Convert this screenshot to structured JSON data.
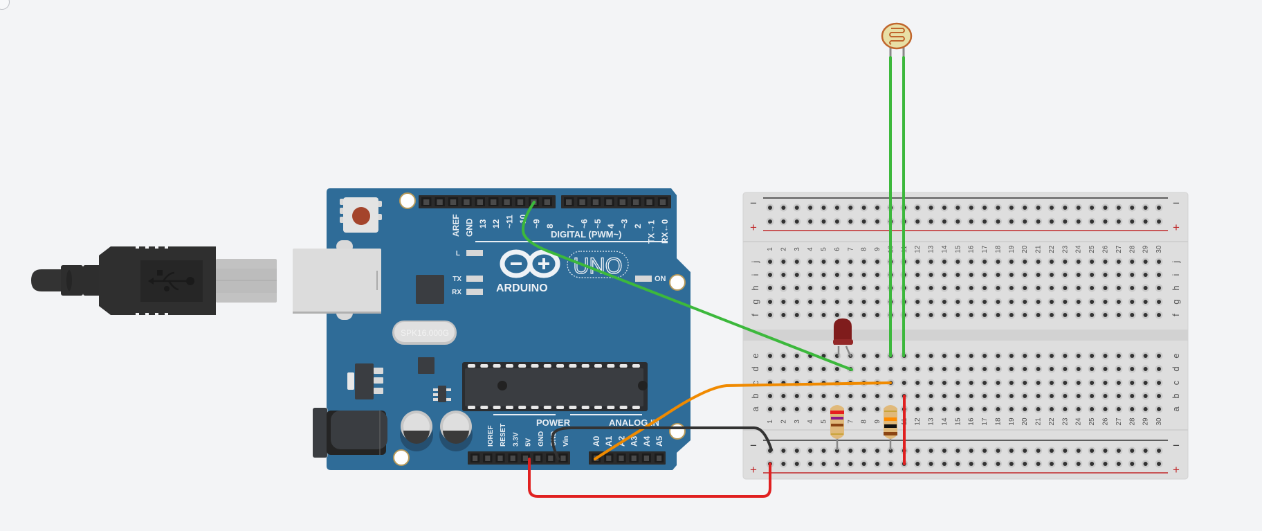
{
  "app": {
    "corner_button": "zoom-to-fit"
  },
  "arduino": {
    "logo_text": "ARDUINO",
    "model": "UNO",
    "digital_header_label": "DIGITAL (PWM~)",
    "digital_pins_left": [
      "AREF",
      "GND",
      "13",
      "12",
      "~11",
      "~10",
      "~9",
      "8"
    ],
    "digital_pins_right": [
      "7",
      "~6",
      "~5",
      "4",
      "~3",
      "2",
      "TX→1",
      "RX←0"
    ],
    "led_labels": {
      "l": "L",
      "tx": "TX",
      "rx": "RX",
      "on": "ON"
    },
    "crystal_text": "SPK16.000G",
    "power_header_label": "POWER",
    "analog_header_label": "ANALOG IN",
    "power_pins": [
      "IOREF",
      "RESET",
      "3.3V",
      "5V",
      "GND",
      "GND",
      "Vin"
    ],
    "analog_pins": [
      "A0",
      "A1",
      "A2",
      "A3",
      "A4",
      "A5"
    ]
  },
  "breadboard": {
    "columns": 30,
    "top_rows": [
      "j",
      "i",
      "h",
      "g",
      "f"
    ],
    "bottom_rows": [
      "e",
      "d",
      "c",
      "b",
      "a"
    ],
    "rail_minus": "−",
    "rail_plus": "+"
  },
  "components": {
    "photoresistor": {
      "name": "Photoresistor",
      "legs": [
        "10",
        "11"
      ]
    },
    "led": {
      "name": "LED",
      "color": "#7f1c1c",
      "anode_col": "7",
      "cathode_col": "6"
    },
    "resistor_1": {
      "name": "Resistor",
      "bands": [
        "#e61e1e",
        "#8a1a8a",
        "#8b4513",
        "#c9a43a"
      ],
      "column": "6"
    },
    "resistor_2": {
      "name": "Resistor",
      "bands": [
        "#c9a43a",
        "#ff8c00",
        "#111111",
        "#8b4513"
      ],
      "column": "10"
    }
  },
  "wires": [
    {
      "name": "wire-pin9-to-d7",
      "color": "#3cb83c",
      "from": "~9",
      "to": "d7"
    },
    {
      "name": "wire-a0-to-c10",
      "color": "#f08a00",
      "from": "A0",
      "to": "c10"
    },
    {
      "name": "wire-gnd-to-rail-minus",
      "color": "#333333",
      "from": "GND",
      "to": "rail-minus-1"
    },
    {
      "name": "wire-5v-to-rail-plus",
      "color": "#e02020",
      "from": "5V",
      "to": "rail-plus-1"
    },
    {
      "name": "wire-rail-plus-to-b11",
      "color": "#e02020",
      "from": "rail-plus-11",
      "to": "b11"
    },
    {
      "name": "wire-ldr-leg1",
      "color": "#3cb83c",
      "from": "ldr",
      "to": "e10"
    },
    {
      "name": "wire-ldr-leg2",
      "color": "#3cb83c",
      "from": "ldr",
      "to": "e11"
    }
  ],
  "colors": {
    "board": "#2f6c98",
    "header": "#2b2b2b",
    "breadboard": "#dedede",
    "rail_red": "#c0282a",
    "rail_black": "#333333"
  }
}
